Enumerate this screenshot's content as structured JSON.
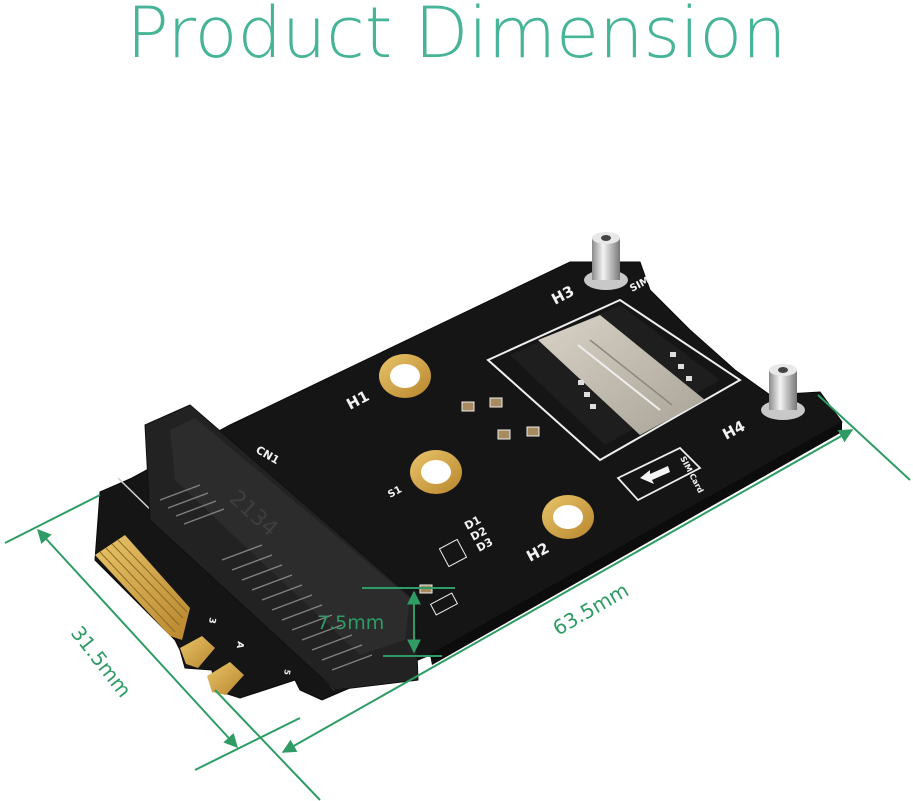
{
  "title": "Product Dimension",
  "colors": {
    "title": "#45b497",
    "dimension_lines": "#2e9c64",
    "pcb": "#141414",
    "gold": "#d4a84a",
    "silkscreen": "#f2f2f2"
  },
  "dimensions": {
    "length": "63.5mm",
    "width": "31.5mm",
    "height": "7.5mm"
  },
  "board": {
    "connector_label": "CN1",
    "connector_marking": "2134",
    "mounting_holes": [
      "H1",
      "H2",
      "H3",
      "H4"
    ],
    "screw_hole_label": "S1",
    "leds": [
      "D1",
      "D2",
      "D3"
    ],
    "sim_label": "SIM",
    "sim_card_label": "SIM Card",
    "edge_labels": [
      "3",
      "A",
      "5"
    ]
  }
}
